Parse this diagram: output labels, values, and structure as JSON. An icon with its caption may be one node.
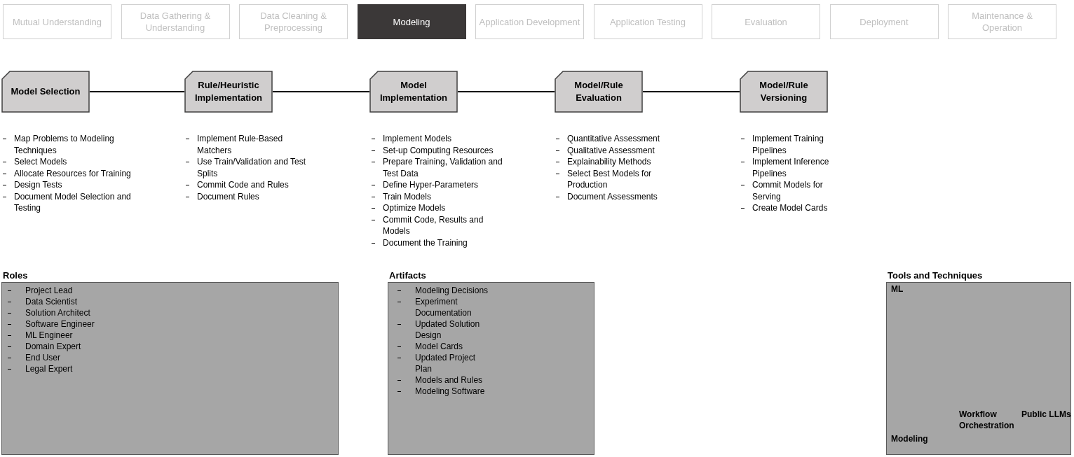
{
  "diagram": {
    "nodes": [
      {
        "text": [
          "Mutual Understanding"
        ]
      },
      {
        "text": [
          "Data Gathering & Understanding"
        ]
      },
      {
        "text": [
          "Data Cleaning & Preprocessing"
        ]
      },
      {
        "text": [
          "Modeling"
        ]
      },
      {
        "text": [
          "Application Development"
        ]
      },
      {
        "text": [
          "Application Testing"
        ]
      },
      {
        "text": [
          "Evaluation"
        ]
      },
      {
        "text": [
          "Deployment"
        ]
      },
      {
        "text": [
          "Maintenance & Operation"
        ]
      },
      {
        "text": [
          "Model Selection"
        ],
        "beside": [
          "Map Problems to Modeling Techniques",
          "Select Models",
          "Allocate Resources for Training",
          "Design Tests",
          "Document Model Selection and Testing"
        ]
      },
      {
        "text": [
          "Rule/Heuristic Implementation"
        ],
        "beside": [
          "Implement Rule-Based Matchers",
          "Use Train/Validation and Test Splits",
          "Commit Code and Rules",
          "Document Rules"
        ]
      },
      {
        "text": [
          "Model Implementation"
        ],
        "beside": [
          "Implement Models",
          "Set-up Computing Resources",
          "Prepare Training, Validation and Test Data",
          "Define Hyper-Parameters",
          "Train Models",
          "Optimize Models",
          "Commit Code, Results and Models",
          "Document the Training"
        ]
      },
      {
        "text": [
          "Model/Rule Evaluation"
        ],
        "beside": [
          "Quantitative Assessment",
          "Qualitative Assessment",
          "Explainability Methods",
          "Select Best Models for Production",
          "Document Assessments"
        ]
      },
      {
        "text": [
          "Model/Rule Versioning"
        ],
        "beside": [
          "Implement Training Pipelines",
          "Implement Inference Pipelines",
          "Commit Models for Serving",
          "Create Model Cards"
        ]
      },
      {
        "text": [
          "Roles",
          "Project Lead",
          "Data Scientist",
          "Solution Architect",
          "Software Engineer",
          "ML Engineer",
          "Domain Expert",
          "End User",
          "Legal Expert"
        ]
      },
      {
        "text": [
          "Artifacts",
          "Modeling Decisions",
          "Experiment Documentation",
          "Updated Solution Design",
          "Model Cards",
          "Updated Project Plan",
          "Models and Rules",
          "Modeling Software"
        ]
      },
      {
        "text": [
          "Tools and Techniques",
          "ML",
          "Modeling",
          "Workflow Orchestration",
          "Public LLMs"
        ]
      }
    ],
    "edges": [
      {
        "from": 9,
        "to": 10,
        "arrow": "none"
      },
      {
        "from": 10,
        "to": 11,
        "arrow": "none"
      },
      {
        "from": 11,
        "to": 12,
        "arrow": "none"
      },
      {
        "from": 12,
        "to": 13,
        "arrow": "none"
      }
    ]
  }
}
